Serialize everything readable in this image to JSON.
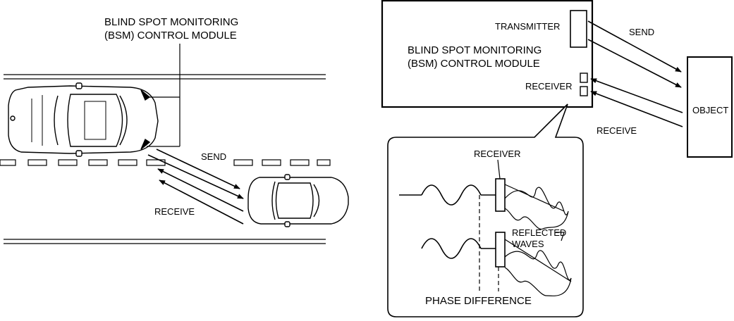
{
  "left_diagram": {
    "module_label_line1": "BLIND SPOT MONITORING",
    "module_label_line2": "(BSM) CONTROL MODULE",
    "send_label": "SEND",
    "receive_label": "RECEIVE"
  },
  "right_diagram": {
    "transmitter_label": "TRANSMITTER",
    "module_label_line1": "BLIND SPOT MONITORING",
    "module_label_line2": "(BSM) CONTROL MODULE",
    "receiver_label": "RECEIVER",
    "send_label": "SEND",
    "receive_label": "RECEIVE",
    "object_label": "OBJECT"
  },
  "detail_callout": {
    "receiver_label": "RECEIVER",
    "reflected_line1": "REFLECTED",
    "reflected_line2": "WAVES",
    "phase_label": "PHASE DIFFERENCE"
  }
}
